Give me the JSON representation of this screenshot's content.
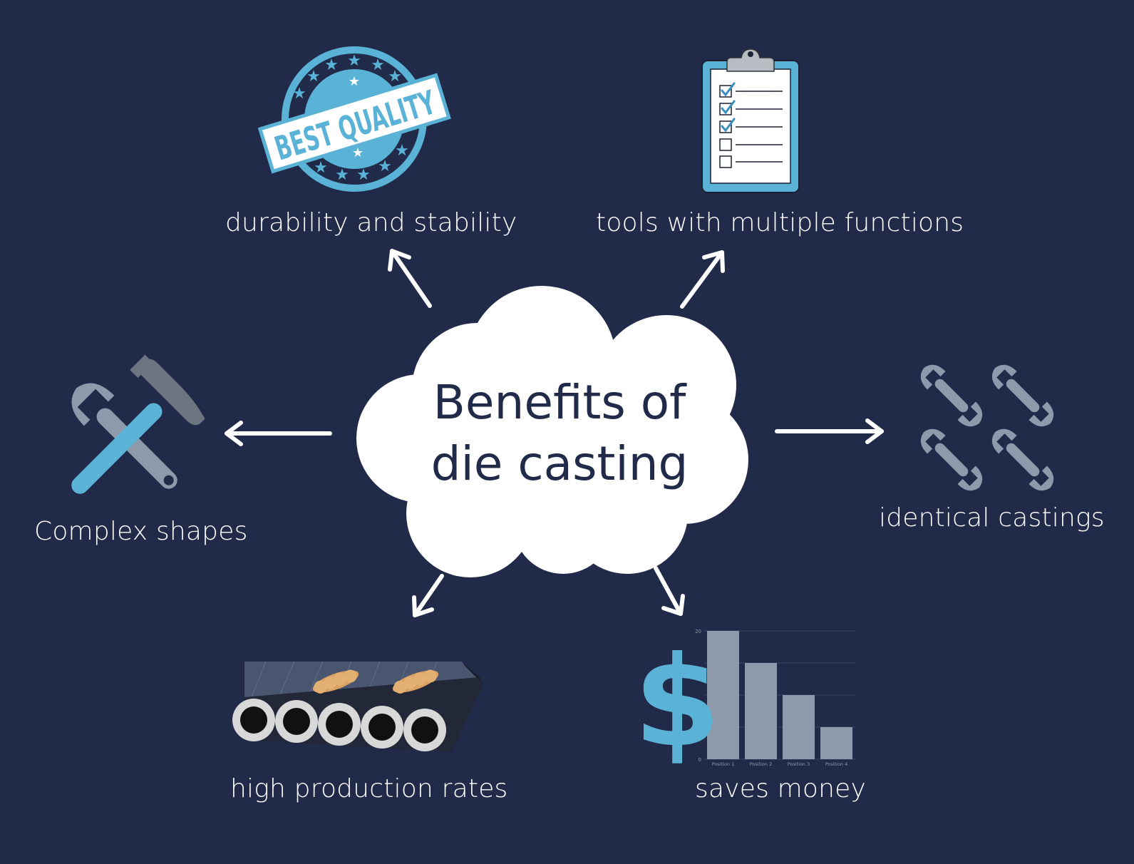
{
  "center": {
    "line1": "Benefits of",
    "line2": "die casting"
  },
  "benefits": {
    "durability": {
      "label": "durability and stability",
      "icon": "best-quality-stamp-icon",
      "stamp_text": "BEST QUALITY"
    },
    "tools": {
      "label": "tools with multiple functions",
      "icon": "clipboard-checklist-icon"
    },
    "shapes": {
      "label": "Complex shapes",
      "icon": "hammer-wrench-icon"
    },
    "identical": {
      "label": "identical castings",
      "icon": "wrenches-icon"
    },
    "production": {
      "label": "high production rates",
      "icon": "conveyor-belt-icon"
    },
    "money": {
      "label": "saves money",
      "icon": "dollar-bar-chart-icon"
    }
  },
  "money_chart": {
    "y_ticks": [
      "20",
      "0"
    ],
    "categories": [
      "Position 1",
      "Position 2",
      "Position 3",
      "Position 4"
    ],
    "values": [
      20,
      15,
      10,
      5
    ]
  },
  "colors": {
    "background": "#212a49",
    "accent_blue": "#5ab3d6",
    "gray": "#8e9aab",
    "white": "#ffffff"
  }
}
